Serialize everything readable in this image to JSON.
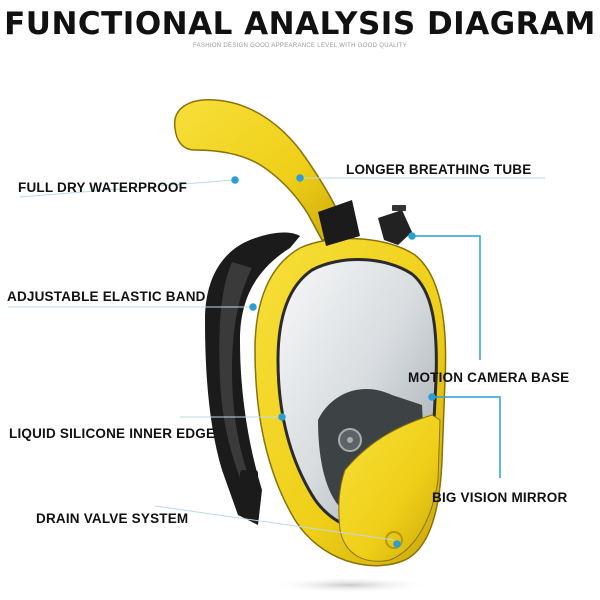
{
  "title": "FUNCTIONAL ANALYSIS DIAGRAM",
  "subtitle": "FASHION DESIGN GOOD APPEARANCE LEVEL WITH GOOD QUALITY",
  "labels": {
    "full_dry": "FULL DRY WATERPROOF",
    "breathing_tube": "LONGER BREATHING TUBE",
    "elastic_band": "ADJUSTABLE ELASTIC BAND",
    "camera_base": "MOTION CAMERA BASE",
    "inner_edge": "LIQUID SILICONE INNER EDGE",
    "vision_mirror": "BIG VISION MIRROR",
    "drain_valve": "DRAIN VALVE SYSTEM"
  },
  "colors": {
    "mask_yellow": "#f2d21c",
    "strap": "#1a1a1a",
    "lens": "#e9ecee",
    "leader_line": "#2a9fd6"
  }
}
